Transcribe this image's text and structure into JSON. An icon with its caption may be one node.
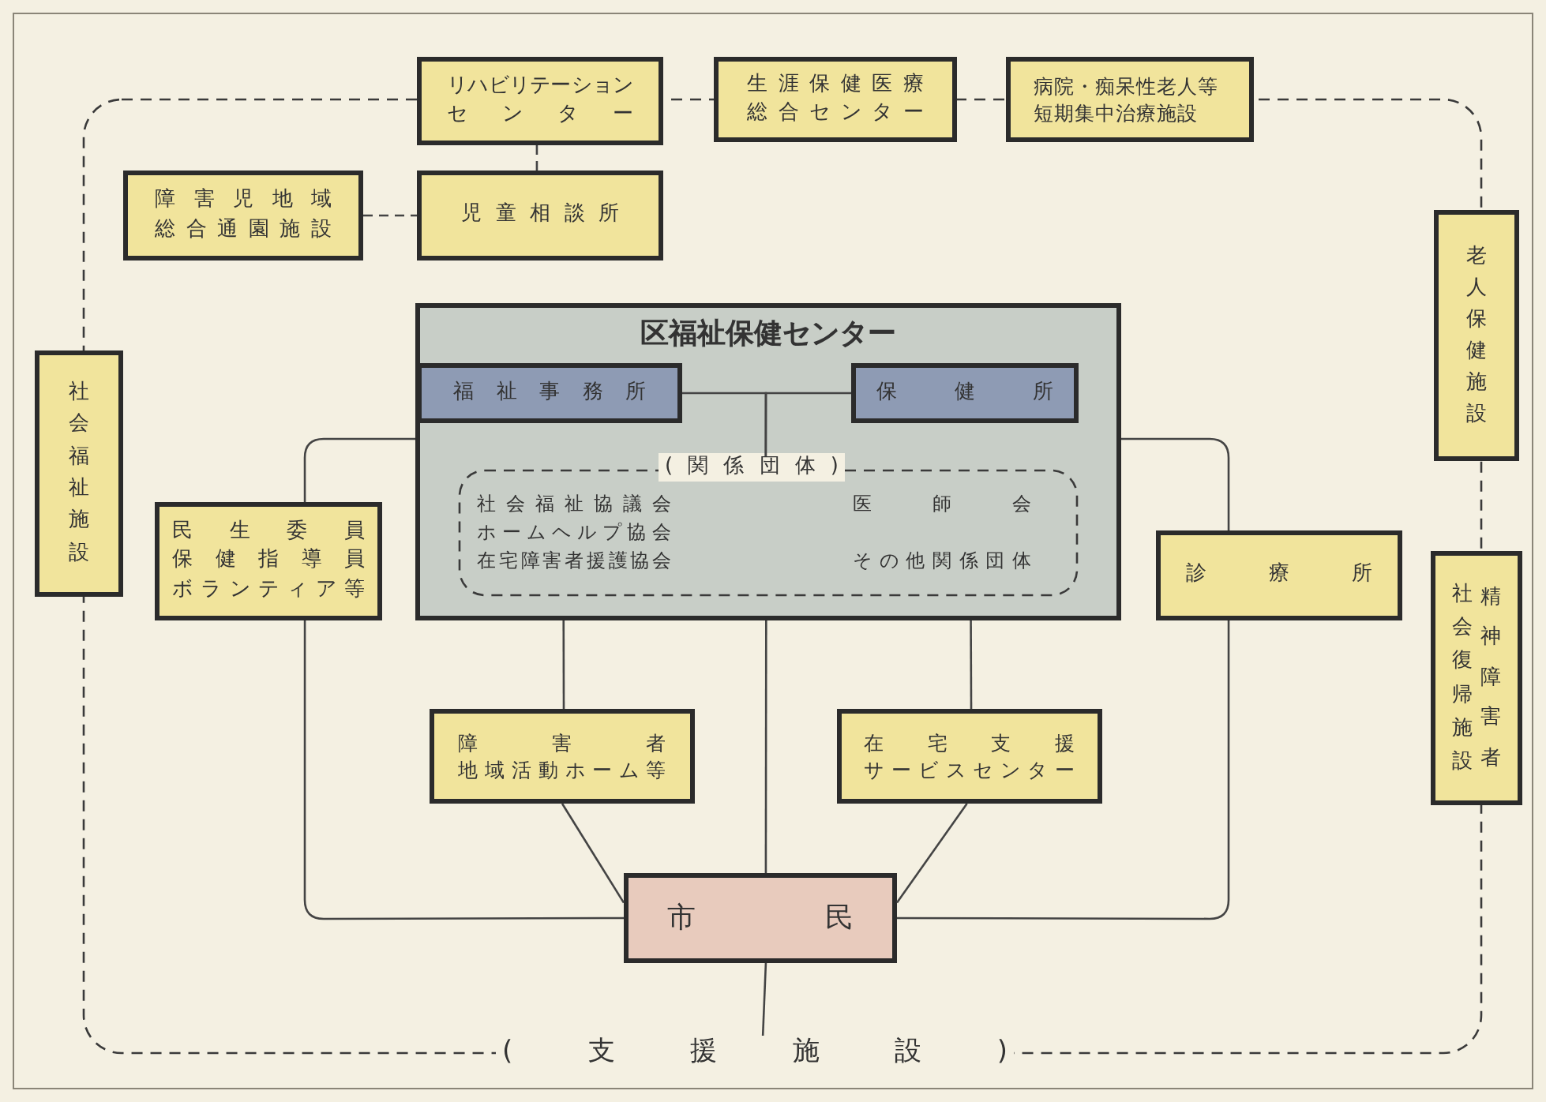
{
  "diagram": {
    "nodes": [
      {
        "text": [
          "(支援施設)"
        ]
      },
      {
        "text": [
          "リハビリテーションセンター"
        ]
      },
      {
        "text": [
          "生涯保健医療総合センター"
        ]
      },
      {
        "text": [
          "病院・痴呆性老人等短期集中治療施設"
        ]
      },
      {
        "text": [
          "障害児地域総合通園施設"
        ],
        "in": 0
      },
      {
        "text": [
          "児童相談所"
        ],
        "in": 0
      },
      {
        "text": [
          "老人保健施設"
        ]
      },
      {
        "text": [
          "区福祉保健センター"
        ],
        "in": 0
      },
      {
        "text": [
          "福祉事務所"
        ],
        "in": 7
      },
      {
        "text": [
          "保健所"
        ],
        "in": 7
      },
      {
        "text": [
          "(関係団体)",
          "社会福祉協議会",
          "ホームヘルプ協会",
          "在宅障害者援護協会",
          "医師会",
          "その他関係団体"
        ],
        "in": 7
      },
      {
        "text": [
          "社会福祉施設"
        ]
      },
      {
        "text": [
          "民生委員保健指導員ボランティア等"
        ],
        "in": 0
      },
      {
        "text": [
          "診療所"
        ],
        "in": 0
      },
      {
        "text": [
          "精神障害者社会復帰施設"
        ]
      },
      {
        "text": [
          "障害者地域活動ホーム等"
        ],
        "in": 0
      },
      {
        "text": [
          "在宅支援サービスセンター"
        ],
        "in": 0
      },
      {
        "text": [
          "市民"
        ],
        "in": 0
      }
    ],
    "edges": [
      {
        "from": 1,
        "to": 5,
        "arrow": "none",
        "style": "dashed"
      },
      {
        "from": 4,
        "to": 5,
        "arrow": "none",
        "style": "dashed"
      },
      {
        "from": 8,
        "to": 10,
        "arrow": "none"
      },
      {
        "from": 9,
        "to": 10,
        "arrow": "none"
      },
      {
        "from": 7,
        "to": 12,
        "arrow": "none"
      },
      {
        "from": 7,
        "to": 13,
        "arrow": "none"
      },
      {
        "from": 7,
        "to": 15,
        "arrow": "none"
      },
      {
        "from": 7,
        "to": 17,
        "arrow": "none"
      },
      {
        "from": 7,
        "to": 16,
        "arrow": "none"
      },
      {
        "from": 12,
        "to": 17,
        "arrow": "none"
      },
      {
        "from": 13,
        "to": 17,
        "arrow": "none"
      },
      {
        "from": 15,
        "to": 17,
        "arrow": "none"
      },
      {
        "from": 16,
        "to": 17,
        "arrow": "none"
      },
      {
        "from": 17,
        "to": 0,
        "arrow": "none"
      }
    ]
  }
}
